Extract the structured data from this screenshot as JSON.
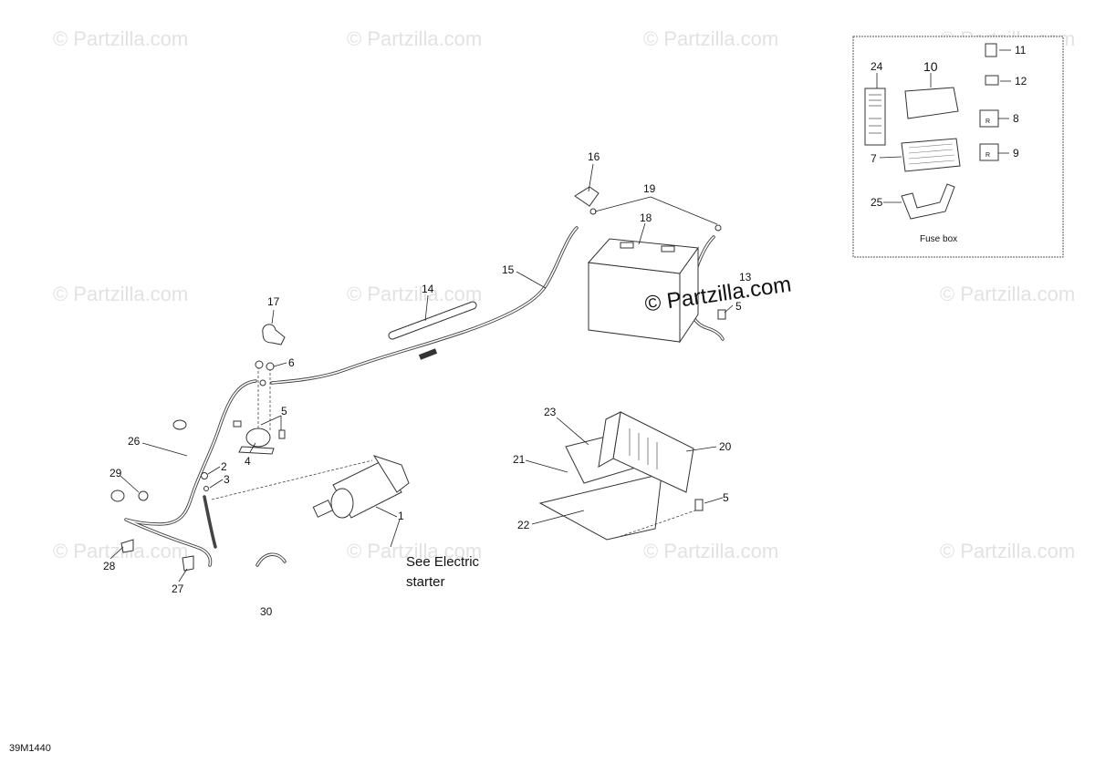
{
  "watermark": "© Partzilla.com",
  "watermark_prominent": "© Partzilla.com",
  "diagram_code": "39M1440",
  "callouts": {
    "c1": "1",
    "c2": "2",
    "c3": "3",
    "c4": "4",
    "c5a": "5",
    "c5b": "5",
    "c5c": "5",
    "c6": "6",
    "c7": "7",
    "c8": "8",
    "c9": "9",
    "c10": "10",
    "c11": "11",
    "c12": "12",
    "c13": "13",
    "c14": "14",
    "c15": "15",
    "c16": "16",
    "c17": "17",
    "c18": "18",
    "c19": "19",
    "c20": "20",
    "c21": "21",
    "c22": "22",
    "c23": "23",
    "c24": "24",
    "c25": "25",
    "c26": "26",
    "c27": "27",
    "c28": "28",
    "c29": "29",
    "c30": "30"
  },
  "note": {
    "line1": "See Electric",
    "line2": "starter"
  },
  "fuse_box": {
    "label": "Fuse box",
    "relay_mark": "R"
  }
}
